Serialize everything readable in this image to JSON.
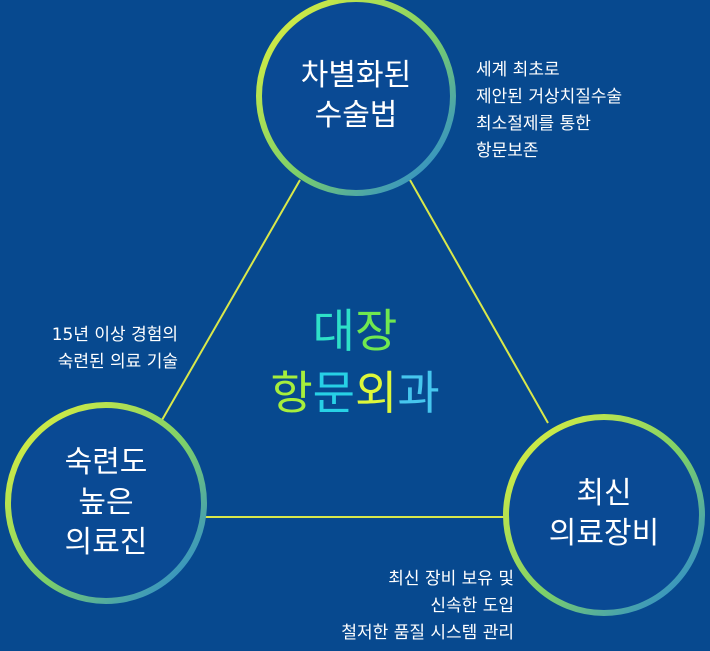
{
  "colors": {
    "background": "#07498f",
    "circle_fill": "#0a4a94",
    "connector": "#d9e84a",
    "ring_light": "#e6f23b",
    "ring_dark": "#1f7fe0"
  },
  "center": {
    "line1": "대장",
    "line2": "항문외과"
  },
  "nodes": {
    "top": {
      "line1": "차별화된",
      "line2": "수술법"
    },
    "left": {
      "line1": "숙련도",
      "line2": "높은",
      "line3": "의료진"
    },
    "right": {
      "line1": "최신",
      "line2": "의료장비"
    }
  },
  "descriptions": {
    "top_right": [
      "세계 최초로",
      "제안된 거상치질수술",
      "최소절제를 통한",
      "항문보존"
    ],
    "left_upper": [
      "15년 이상 경험의",
      "숙련된 의료 기술"
    ],
    "bottom_right": [
      "최신 장비 보유 및",
      "신속한 도입",
      "철저한 품질 시스템 관리"
    ]
  }
}
